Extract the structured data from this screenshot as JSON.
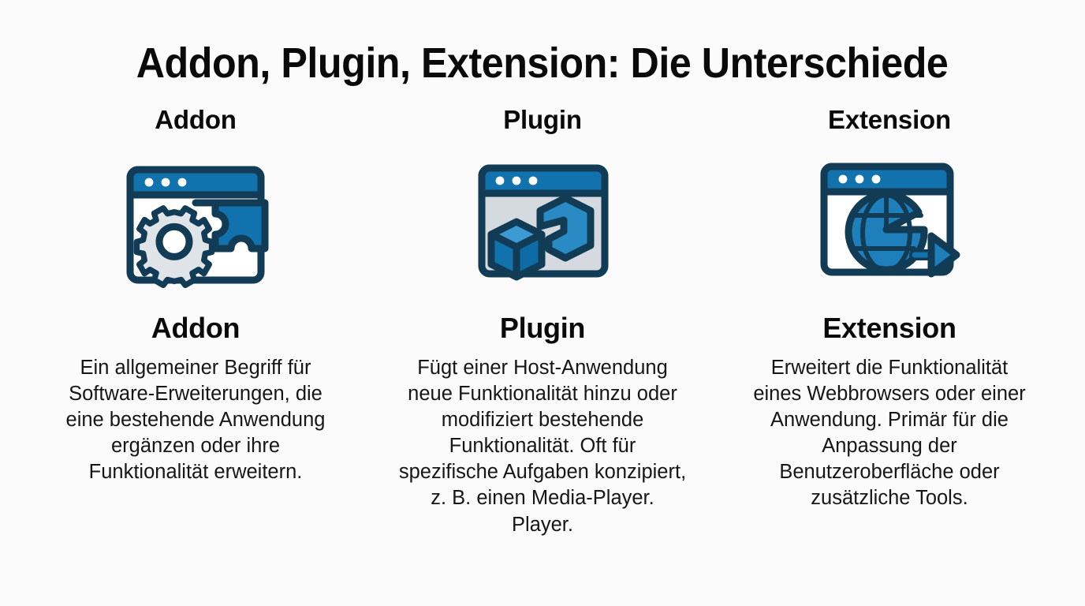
{
  "title": "Addon, Plugin, Extension: Die Unterschiede",
  "background_color": "#fbfbfb",
  "palette": {
    "outline_navy": "#123b55",
    "accent_blue": "#1272ad",
    "light_blue": "#2a8ac4",
    "deep_blue": "#0f5f93",
    "gear_gray": "#dfe4e9",
    "window_gray": "#d5dae0",
    "window_white": "#ffffff",
    "text_black": "#111111"
  },
  "columns": [
    {
      "top_label": "Addon",
      "icon_name": "addon-window-puzzle-gear-icon",
      "name": "Addon",
      "description": "Ein allgemeiner Begriff für\nSoftware-Erweiterungen, die\neine bestehende Anwendung\nergänzen oder ihre\nFunktionalität erweitern."
    },
    {
      "top_label": "Plugin",
      "icon_name": "plugin-window-block-cube-icon",
      "name": "Plugin",
      "description": "Fügt einer Host-Anwendung\nneue Funktionalität hinzu oder\nmodifiziert bestehende\nFunktionalität. Oft für\nspezifische Aufgaben konzipiert,\nz. B. einen Media-Player.\nPlayer."
    },
    {
      "top_label": "Extension",
      "icon_name": "extension-window-globe-arrow-icon",
      "name": "Extension",
      "description": "Erweitert die Funktionalität\neines Webbrowsers oder einer\nAnwendung. Primär für die\nAnpassung der\nBenutzeroberfläche oder\nzusätzliche Tools."
    }
  ]
}
